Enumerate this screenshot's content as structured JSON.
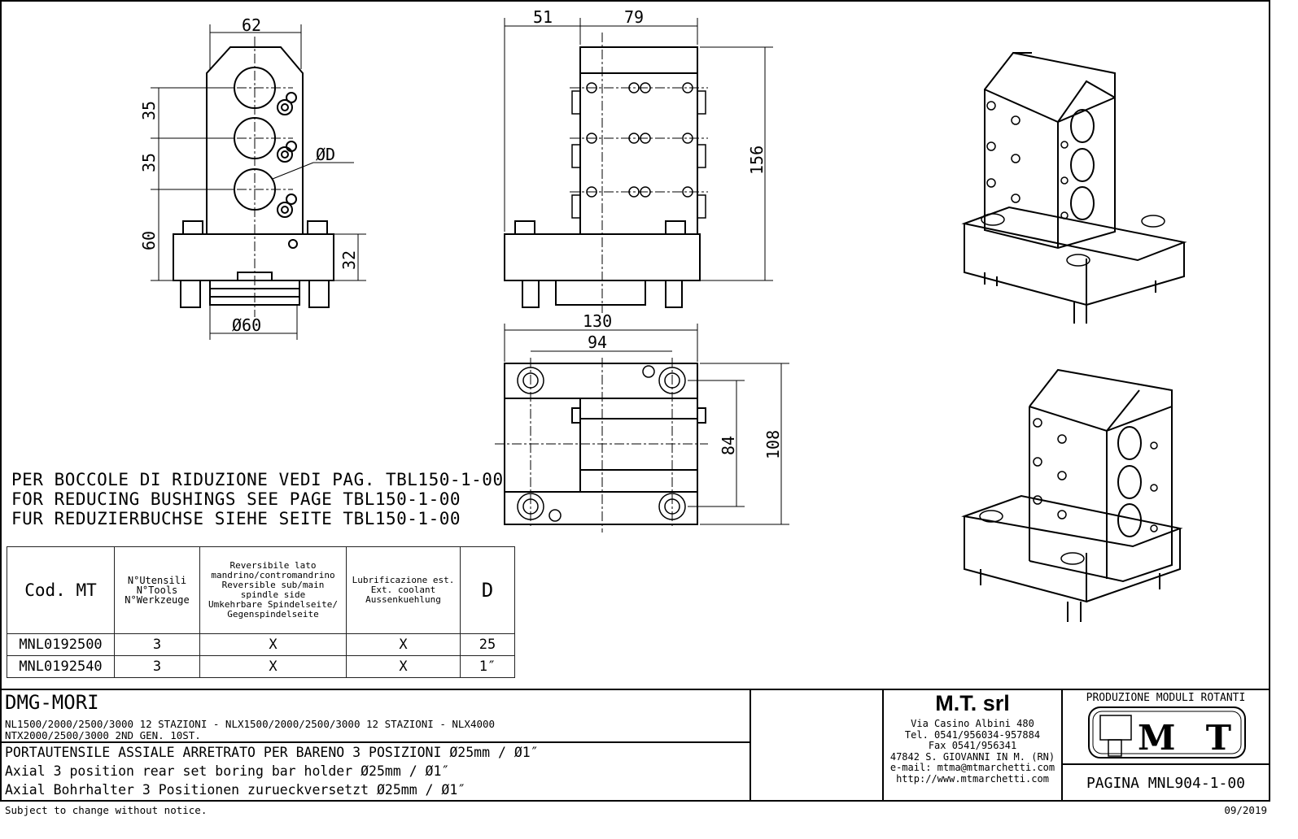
{
  "dimensions": {
    "front": {
      "width_top": "62",
      "pitch1": "35",
      "pitch2": "35",
      "height_lower": "60",
      "base_height": "32",
      "bore_dia": "ØD",
      "spigot_dia": "Ø60"
    },
    "side": {
      "offset": "51",
      "body_width": "79",
      "height": "156"
    },
    "top": {
      "total_width": "130",
      "bolt_spacing": "94",
      "bolt_spacing_v": "84",
      "depth": "108"
    }
  },
  "notes": [
    "PER BOCCOLE DI RIDUZIONE VEDI PAG. TBL150-1-00",
    "FOR REDUCING BUSHINGS SEE PAGE TBL150-1-00",
    "FUR REDUZIERBUCHSE SIEHE SEITE TBL150-1-00"
  ],
  "table": {
    "headers": [
      "Cod. MT",
      "N°Utensili\nN°Tools\nN°Werkzeuge",
      "Reversibile lato\nmandrino/contromandrino\nReversible sub/main\nspindle side\nUmkehrbare Spindelseite/\nGegenspindelseite",
      "Lubrificazione est.\nExt. coolant\nAussenkuehlung",
      "D"
    ],
    "rows": [
      [
        "MNL0192500",
        "3",
        "X",
        "X",
        "25"
      ],
      [
        "MNL0192540",
        "3",
        "X",
        "X",
        "1″"
      ]
    ]
  },
  "title_block": {
    "machine": "DMG-MORI",
    "models_line1": "NL1500/2000/2500/3000 12 STAZIONI - NLX1500/2000/2500/3000 12 STAZIONI - NLX4000",
    "models_line2": "NTX2000/2500/3000 2ND GEN. 10ST.",
    "desc_it": "PORTAUTENSILE ASSIALE ARRETRATO PER BARENO 3 POSIZIONI Ø25mm / Ø1″",
    "desc_en": "Axial 3 position rear set boring bar holder Ø25mm / Ø1″",
    "desc_de": "Axial Bohrhalter 3 Positionen zurueckversetzt Ø25mm / Ø1″",
    "company": {
      "name": "M.T. srl",
      "lines": [
        "Via Casino Albini 480",
        "Tel. 0541/956034-957884",
        "Fax 0541/956341",
        "47842 S. GIOVANNI IN M. (RN)",
        "e-mail: mtma@mtmarchetti.com",
        "http://www.mtmarchetti.com"
      ]
    },
    "division": "PRODUZIONE MODULI ROTANTI",
    "logo_text": "MT",
    "page": "PAGINA MNL904-1-00"
  },
  "footer": {
    "disclaimer": "Subject to change without notice.",
    "date": "09/2019"
  }
}
